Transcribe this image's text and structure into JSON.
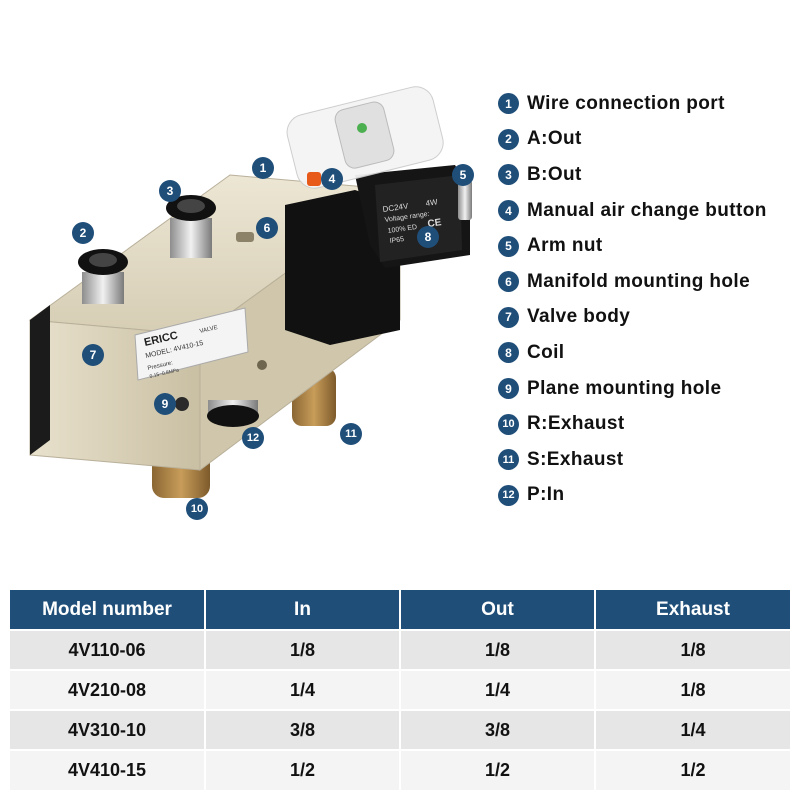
{
  "legend": [
    {
      "num": "1",
      "label": "Wire connection port"
    },
    {
      "num": "2",
      "label": "A:Out"
    },
    {
      "num": "3",
      "label": "B:Out"
    },
    {
      "num": "4",
      "label": "Manual air change button"
    },
    {
      "num": "5",
      "label": "Arm nut"
    },
    {
      "num": "6",
      "label": "Manifold mounting hole"
    },
    {
      "num": "7",
      "label": "Valve body"
    },
    {
      "num": "8",
      "label": "Coil"
    },
    {
      "num": "9",
      "label": "Plane mounting hole"
    },
    {
      "num": "10",
      "label": "R:Exhaust"
    },
    {
      "num": "11",
      "label": "S:Exhaust"
    },
    {
      "num": "12",
      "label": "P:In"
    }
  ],
  "product": {
    "brand": "ERICC",
    "valve_text": "VALVE",
    "model_line": "MODEL: 4V410-15",
    "pressure_line": "Pressure:",
    "pressure_value": "0.15~0.8MPa",
    "coil_voltage": "DC24V",
    "coil_power": "4W",
    "coil_range": "Voltage range:",
    "coil_ed": "100% ED",
    "coil_ip": "IP65",
    "coil_ce": "CE"
  },
  "table": {
    "headers": [
      "Model number",
      "In",
      "Out",
      "Exhaust"
    ],
    "rows": [
      [
        "4V110-06",
        "1/8",
        "1/8",
        "1/8"
      ],
      [
        "4V210-08",
        "1/4",
        "1/4",
        "1/8"
      ],
      [
        "4V310-10",
        "3/8",
        "3/8",
        "1/4"
      ],
      [
        "4V410-15",
        "1/2",
        "1/2",
        "1/2"
      ]
    ]
  },
  "colors": {
    "accent": "#1f4e79",
    "body": "#d9d2bd",
    "brass": "#b58a4a"
  }
}
